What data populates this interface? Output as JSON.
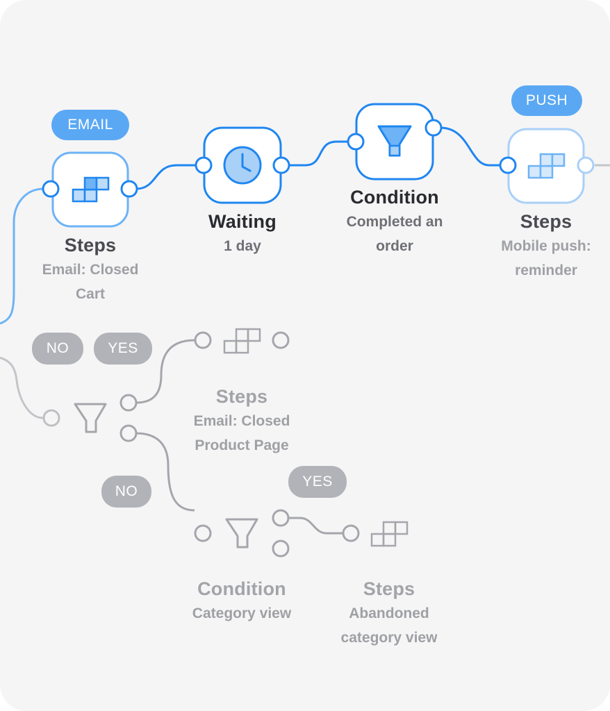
{
  "colors": {
    "active_blue": "#1f86f0",
    "light_blue": "#6db3f6",
    "pale_blue": "#a9d0f7",
    "inactive_grey": "#a5a6ab",
    "pill_grey": "#b2b3b8",
    "background": "#f5f5f6"
  },
  "tags": {
    "email": "EMAIL",
    "push": "PUSH",
    "no_1": "NO",
    "yes_1": "YES",
    "no_2": "NO",
    "yes_2": "YES"
  },
  "nodes": {
    "steps_email": {
      "icon": "steps-blocks-icon",
      "title": "Steps",
      "subtitle_line1": "Email: Closed",
      "subtitle_line2": "Cart"
    },
    "waiting": {
      "icon": "clock-icon",
      "title": "Waiting",
      "subtitle_line1": "1 day"
    },
    "condition_order": {
      "icon": "funnel-icon",
      "title": "Condition",
      "subtitle_line1": "Completed an",
      "subtitle_line2": "order"
    },
    "steps_push": {
      "icon": "steps-blocks-icon",
      "title": "Steps",
      "subtitle_line1": "Mobile push:",
      "subtitle_line2": "reminder"
    },
    "steps_product": {
      "icon": "steps-blocks-icon",
      "title": "Steps",
      "subtitle_line1": "Email: Closed",
      "subtitle_line2": "Product Page"
    },
    "condition_category": {
      "icon": "funnel-icon",
      "title": "Condition",
      "subtitle_line1": "Category view"
    },
    "steps_abandoned": {
      "icon": "steps-blocks-icon",
      "title": "Steps",
      "subtitle_line1": "Abandoned",
      "subtitle_line2": "category view"
    },
    "condition_branch": {
      "icon": "funnel-icon"
    }
  }
}
